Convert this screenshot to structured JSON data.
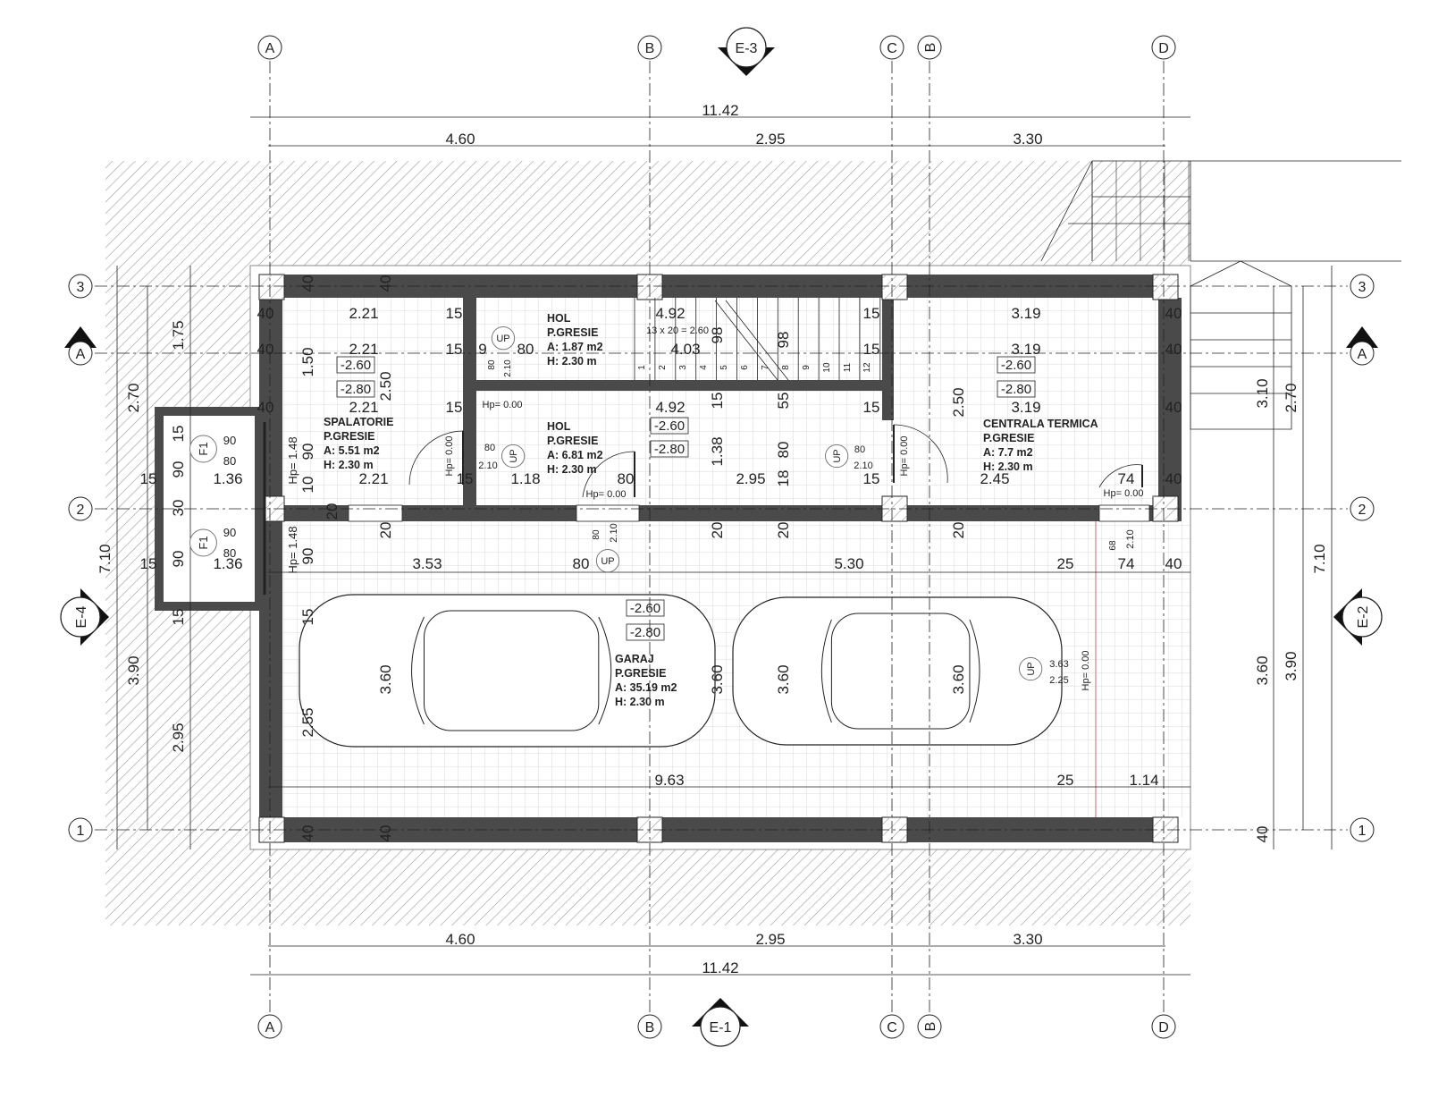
{
  "drawing": {
    "grid_columns": [
      "A",
      "B",
      "C",
      "B",
      "D"
    ],
    "grid_rows": [
      "3",
      "A",
      "2",
      "1"
    ],
    "elevation_markers": {
      "top": "E-3",
      "bottom": "E-1",
      "left": "E-4",
      "right": "E-2"
    },
    "colors": {
      "wall": "#4a4a4a",
      "line": "#222222",
      "hatch": "#9a9a9a",
      "grid": "#cfcfcf"
    }
  },
  "rooms": [
    {
      "name": "SPALATORIE",
      "floor": "P.GRESIE",
      "area": "A: 5.51 m2",
      "height": "H: 2.30 m"
    },
    {
      "name": "HOL",
      "floor": "P.GRESIE",
      "area": "A: 1.87 m2",
      "height": "H: 2.30 m"
    },
    {
      "name": "HOL",
      "floor": "P.GRESIE",
      "area": "A: 6.81 m2",
      "height": "H: 2.30 m"
    },
    {
      "name": "CENTRALA TERMICA",
      "floor": "P.GRESIE",
      "area": "A: 7.7 m2",
      "height": "H: 2.30 m"
    },
    {
      "name": "GARAJ",
      "floor": "P.GRESIE",
      "area": "A: 35.19 m2",
      "height": "H: 2.30 m"
    }
  ],
  "labels": [
    "11.42",
    "4.60",
    "2.95",
    "3.30",
    "4.60",
    "2.95",
    "3.30",
    "11.42",
    "2.70",
    "7.10",
    "3.90",
    "1.75",
    "2.95",
    "15",
    "90",
    "30",
    "90",
    "15",
    "3.10",
    "2.70",
    "7.10",
    "3.60",
    "3.90",
    "40",
    "40",
    "2.21",
    "15",
    "40",
    "1.50",
    "2.21",
    "15",
    "-2.60",
    "-2.80",
    "2.50",
    "40",
    "2.21",
    "15",
    "Hp= 1.48",
    "90",
    "10",
    "2.21",
    "15",
    "Hp= 0.00",
    "9",
    "80",
    "UP",
    "80",
    "2.10",
    "4.92",
    "13 x 20 = 2.60",
    "4.03",
    "98",
    "98",
    "15",
    "15",
    "1",
    "2",
    "3",
    "4",
    "5",
    "6",
    "7",
    "8",
    "9",
    "10",
    "11",
    "12",
    "Hp= 0.00",
    "4.92",
    "-2.60",
    "-2.80",
    "80",
    "2.10",
    "UP",
    "1.18",
    "80",
    "Hp= 0.00",
    "15",
    "55",
    "15",
    "1.38",
    "80",
    "18",
    "2.95",
    "UP",
    "80",
    "2.10",
    "15",
    "Hp= 0.00",
    "3.19",
    "3.19",
    "-2.60",
    "-2.80",
    "3.19",
    "2.50",
    "2.45",
    "74",
    "Hp= 0.00",
    "40",
    "40",
    "40",
    "40",
    "20",
    "20",
    "20",
    "20",
    "20",
    "90",
    "Hp= 1.48",
    "1.36",
    "1.36",
    "F1",
    "90",
    "80",
    "F1",
    "90",
    "80",
    "15",
    "15",
    "3.53",
    "80",
    "UP",
    "80",
    "2.10",
    "5.30",
    "25",
    "74",
    "40",
    "68",
    "2.10",
    "15",
    "-2.60",
    "-2.80",
    "3.60",
    "2.55",
    "3.60",
    "3.60",
    "3.60",
    "UP",
    "3.63",
    "2.25",
    "Hp= 0.00",
    "9.63",
    "25",
    "1.14",
    "40",
    "40",
    "40",
    "40"
  ]
}
